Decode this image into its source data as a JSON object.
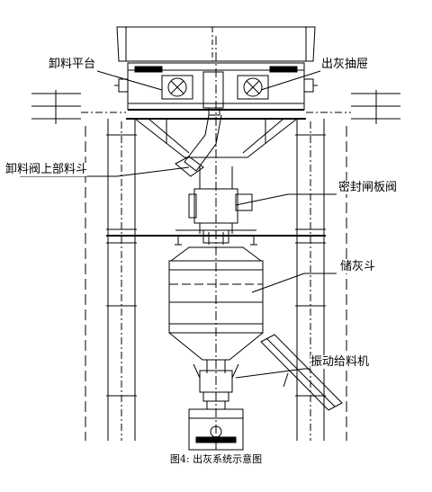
{
  "labels": {
    "unloading_platform": "卸料平台",
    "ash_drawer": "出灰抽屉",
    "unloading_valve_upper_hopper": "卸料阀上部料斗",
    "sealed_gate_valve": "密封闸板阀",
    "ash_storage_hopper": "储灰斗",
    "vibrating_feeder": "振动给料机"
  },
  "caption": "图4:  出灰系统示意图",
  "colors": {
    "line": "#000000",
    "background": "#ffffff"
  }
}
